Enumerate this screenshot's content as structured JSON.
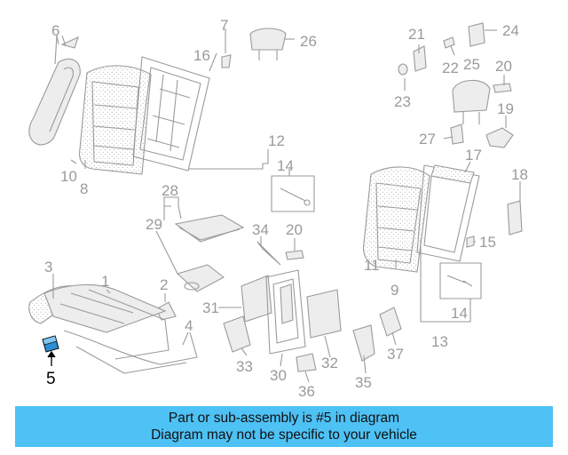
{
  "diagram": {
    "callouts": {
      "c1": "1",
      "c2": "2",
      "c3": "3",
      "c4": "4",
      "c5": "5",
      "c6": "6",
      "c7": "7",
      "c8": "8",
      "c9": "9",
      "c10": "10",
      "c11": "11",
      "c12": "12",
      "c13": "13",
      "c14a": "14",
      "c14b": "14",
      "c15": "15",
      "c16": "16",
      "c17": "17",
      "c18": "18",
      "c19": "19",
      "c20a": "20",
      "c20b": "20",
      "c21": "21",
      "c22": "22",
      "c23": "23",
      "c24": "24",
      "c25": "25",
      "c26": "26",
      "c27": "27",
      "c28": "28",
      "c29": "29",
      "c30": "30",
      "c31": "31",
      "c32": "32",
      "c33": "33",
      "c34": "34",
      "c35": "35",
      "c36": "36",
      "c37": "37"
    },
    "highlight_color": "#2a8fd6",
    "line_color": "#9a9a9a"
  },
  "banner": {
    "line1": "Part or sub-assembly is #5 in diagram",
    "line2": "Diagram may not be specific to your vehicle",
    "background": "#4ec1f5"
  }
}
